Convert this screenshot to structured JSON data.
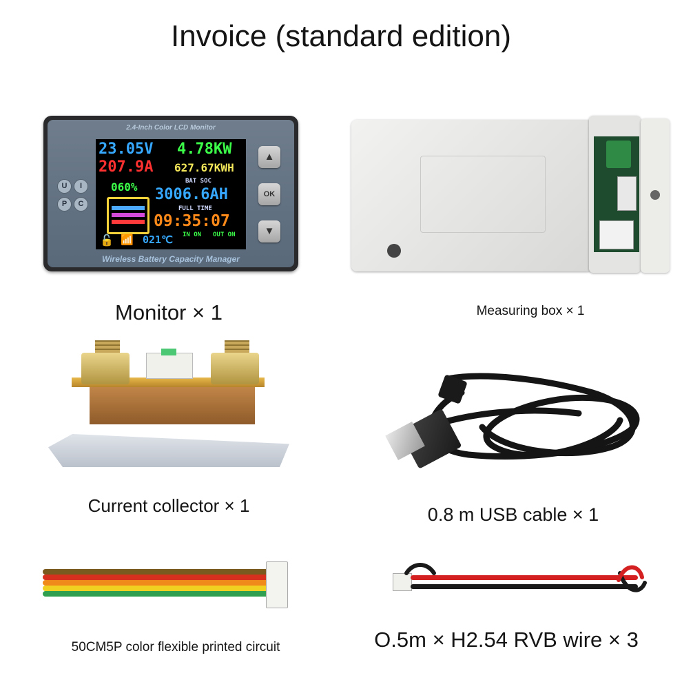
{
  "title": "Invoice (standard edition)",
  "items": [
    {
      "caption": "Monitor × 1"
    },
    {
      "caption": "Measuring box × 1"
    },
    {
      "caption": "Current collector × 1"
    },
    {
      "caption": "0.8 m USB cable × 1"
    },
    {
      "caption": "50CM5P color flexible printed circuit"
    },
    {
      "caption": "O.5m × H2.54 RVB wire × 3"
    }
  ],
  "monitor": {
    "top_label": "2.4-Inch Color LCD Monitor",
    "bottom_label": "Wireless Battery Capacity Manager",
    "screen": {
      "voltage": "23.05V",
      "power": "4.78KW",
      "current": "207.9A",
      "energy": "627.67KWH",
      "soc_percent": "060%",
      "bat_soc_label": "BAT SOC",
      "capacity": "3006.6AH",
      "full_time_label": "FULL TIME",
      "time": "09:35:07",
      "temperature": "021℃",
      "in_label": "IN ON",
      "out_label": "OUT ON"
    },
    "buttons": {
      "up": "▲",
      "ok": "OK",
      "down": "▼"
    },
    "side_buttons": [
      "U",
      "I",
      "P",
      "C"
    ],
    "colors": {
      "voltage": "#36a8ff",
      "power": "#3cff4a",
      "current": "#ff3030",
      "time": "#ff8a1a"
    }
  }
}
